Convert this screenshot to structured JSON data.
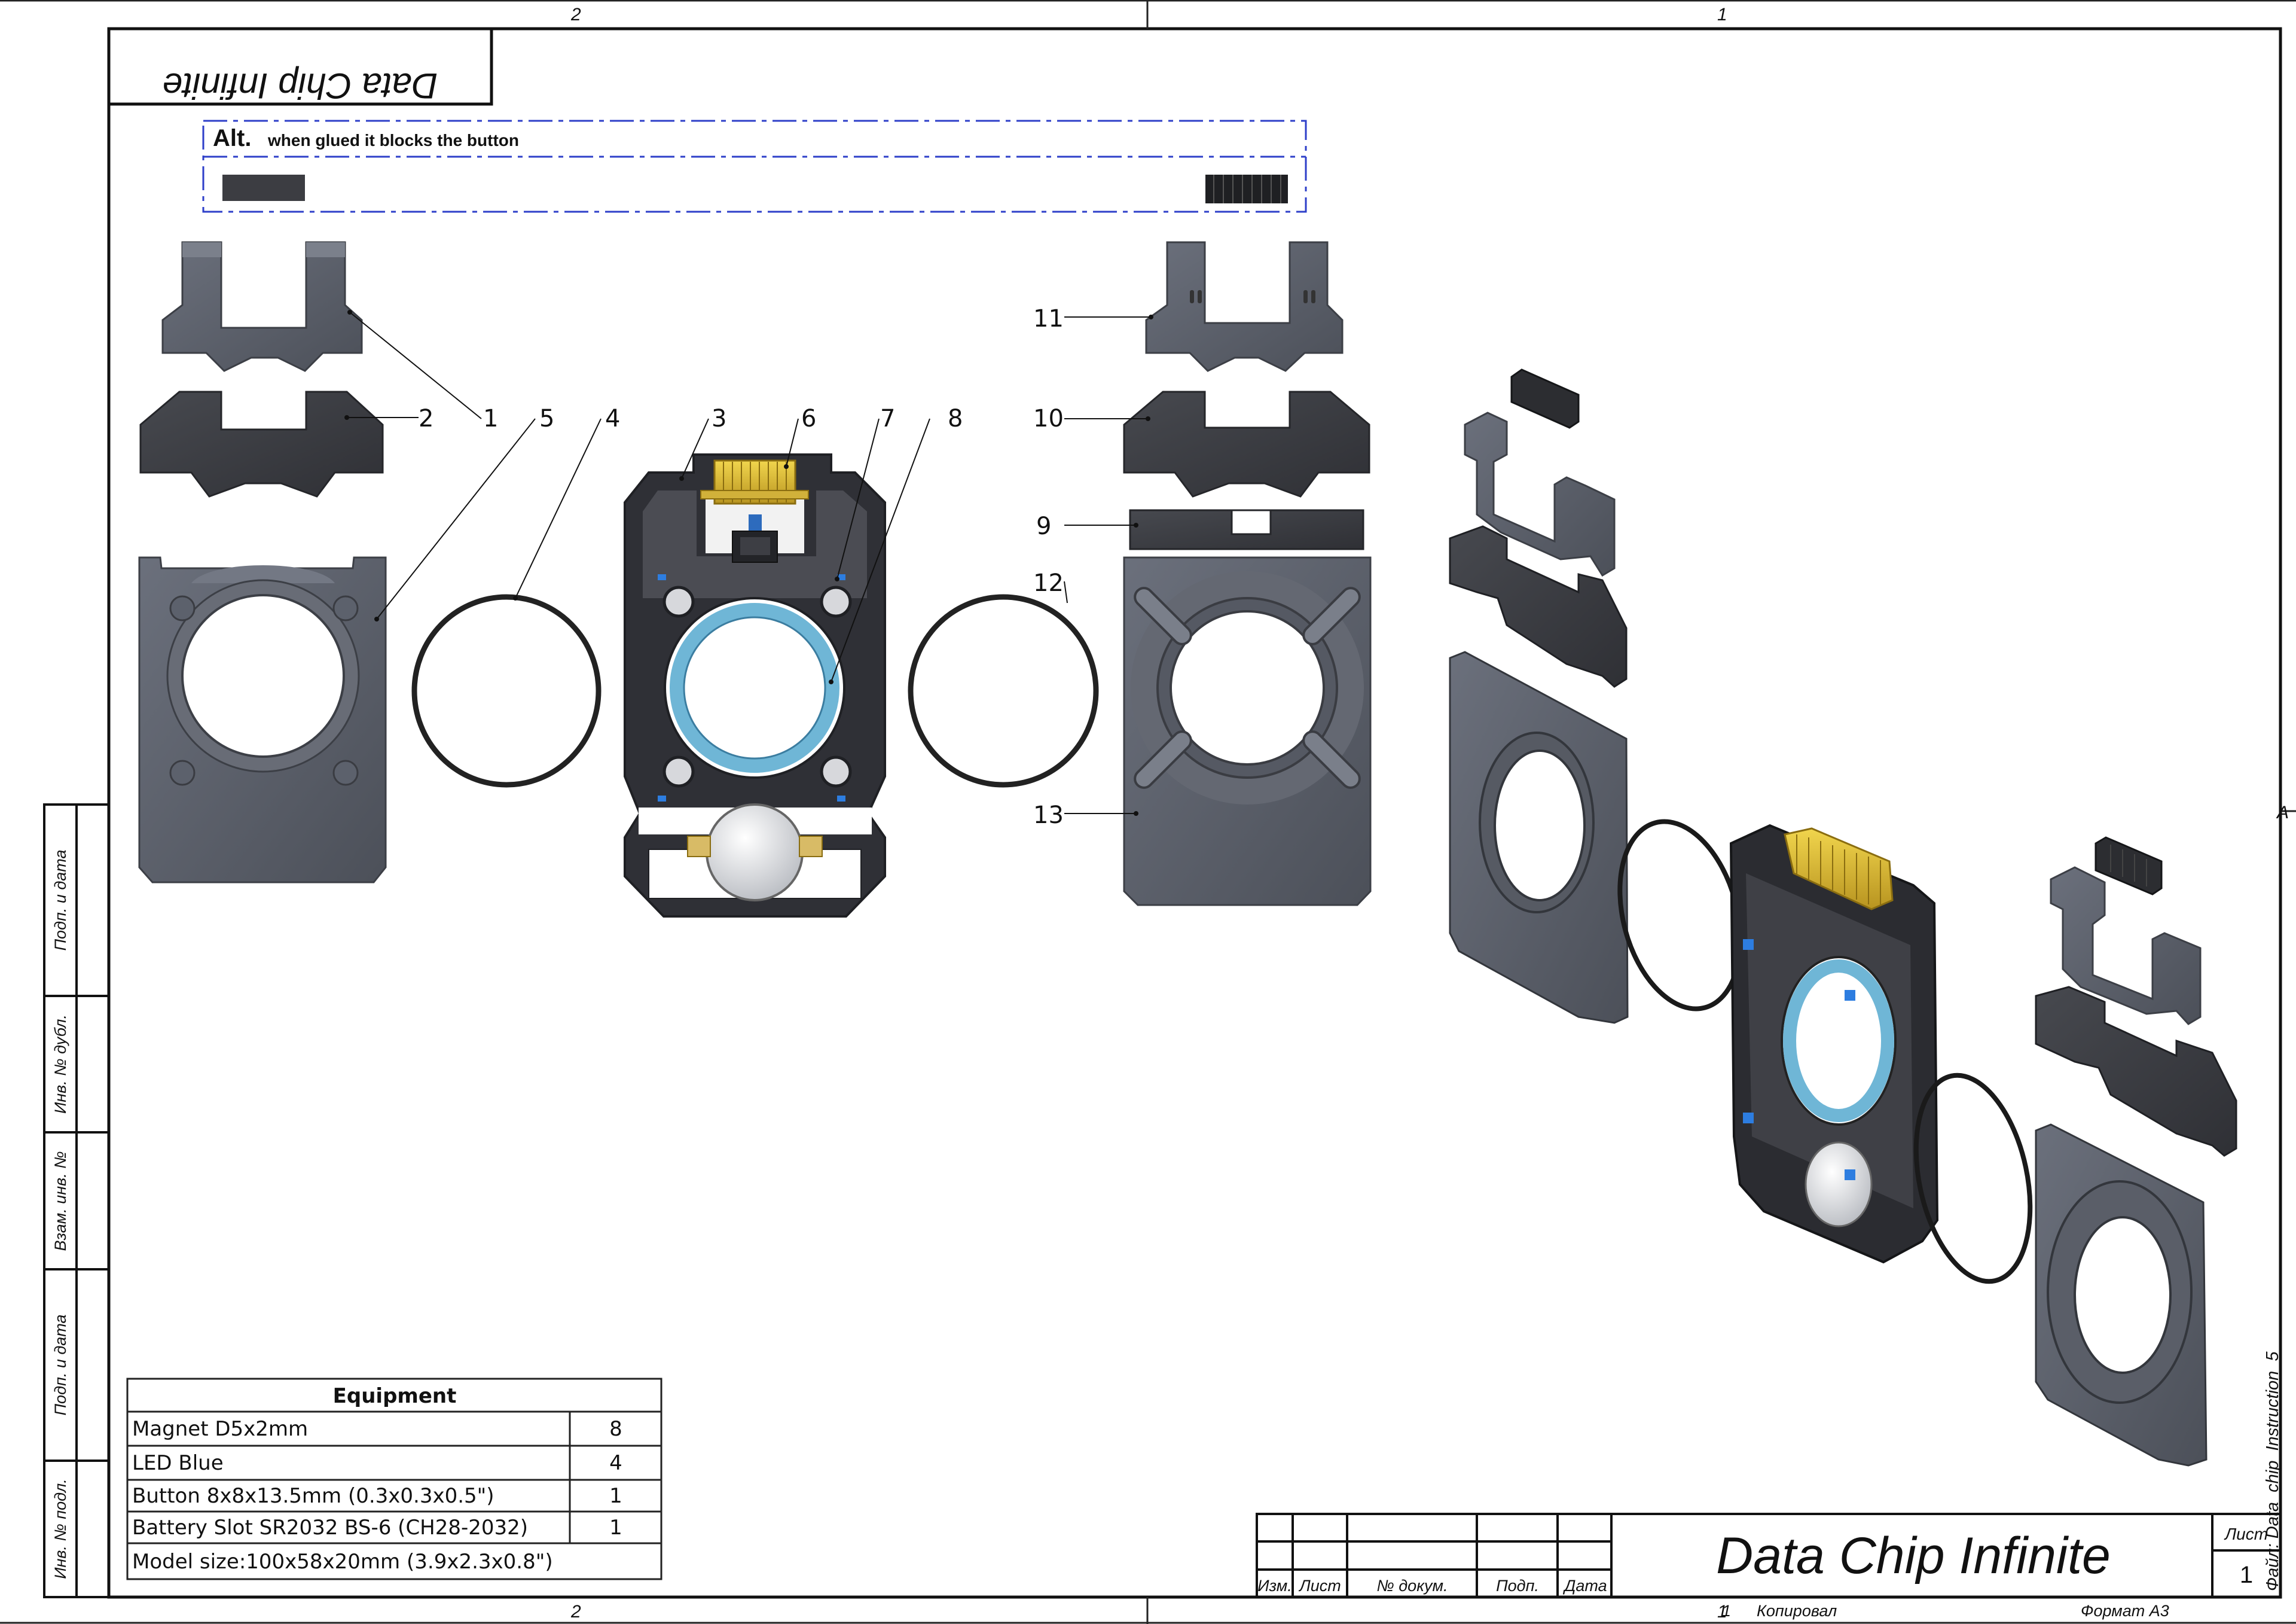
{
  "frame": {
    "zone_top_left": "2",
    "zone_top_right": "1",
    "zone_bottom_left": "2",
    "zone_bottom_right": "1",
    "zone_right": "A"
  },
  "mirrored_title": "Data Chip Infinite",
  "alt_note": {
    "label": "Alt.",
    "text": "when glued it blocks the button"
  },
  "callouts": [
    "1",
    "2",
    "3",
    "4",
    "5",
    "6",
    "7",
    "8",
    "9",
    "10",
    "11",
    "12",
    "13"
  ],
  "side_stamps": [
    "Подп. и дата",
    "Инв. № дубл.",
    "Взам. инв. №",
    "Подп. и дата",
    "Инв. № подл."
  ],
  "equipment": {
    "title": "Equipment",
    "rows": [
      {
        "name": "Magnet D5x2mm",
        "qty": "8"
      },
      {
        "name": "LED Blue",
        "qty": "4"
      },
      {
        "name": "Button 8x8x13.5mm (0.3x0.3x0.5\")",
        "qty": "1"
      },
      {
        "name": "Battery Slot SR2032 BS-6 (CH28-2032)",
        "qty": "1"
      }
    ],
    "model_size": "Model size:100x58x20mm (3.9x2.3x0.8\")"
  },
  "title_block": {
    "headers": [
      "Изм.",
      "Лист",
      "№ докум.",
      "Подп.",
      "Дата"
    ],
    "title": "Data Chip Infinite",
    "sheet_label": "Лист",
    "sheet_number": "1",
    "file": "Файл: Data_chip_Instruction_5",
    "bottom_sheet": "1",
    "copied": "Копировал",
    "format": "Формат А3"
  },
  "colors": {
    "slate": "#5e6370",
    "dark": "#3a3b40",
    "frame": "#2c2f36",
    "gold": "#e2c13a",
    "blue": "#6fb6d6",
    "lineblue": "#2e3fc9"
  }
}
